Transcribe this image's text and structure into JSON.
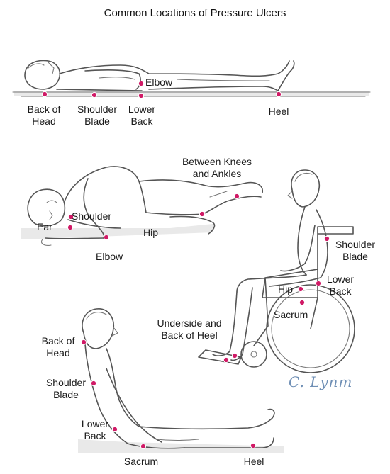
{
  "title": "Common Locations of Pressure Ulcers",
  "signature": "C. Lynm",
  "accent_color": "#d01a66",
  "supine": {
    "back_of_head": [
      "Back of",
      "Head"
    ],
    "shoulder_blade": [
      "Shoulder",
      "Blade"
    ],
    "elbow": "Elbow",
    "lower_back": [
      "Lower",
      "Back"
    ],
    "heel": "Heel"
  },
  "side_lying": {
    "between_knees": [
      "Between Knees",
      "and Ankles"
    ],
    "shoulder": "Shoulder",
    "ear": "Ear",
    "hip": "Hip",
    "elbow": "Elbow"
  },
  "wheelchair": {
    "shoulder_blade": [
      "Shoulder",
      "Blade"
    ],
    "lower_back": [
      "Lower",
      "Back"
    ],
    "hip": "Hip",
    "sacrum": "Sacrum",
    "heel": [
      "Underside and",
      "Back of Heel"
    ]
  },
  "reclining": {
    "back_of_head": [
      "Back of",
      "Head"
    ],
    "shoulder_blade": [
      "Shoulder",
      "Blade"
    ],
    "lower_back": [
      "Lower",
      "Back"
    ],
    "sacrum": "Sacrum",
    "heel": "Heel"
  }
}
